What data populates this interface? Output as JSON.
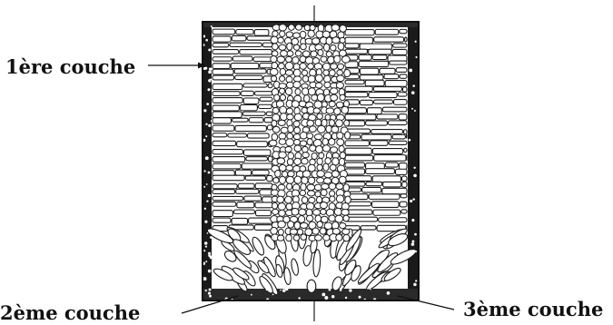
{
  "diagram": {
    "labels": {
      "first_layer": "1ère couche",
      "second_layer": "2ème couche",
      "third_layer": "3ème couche"
    },
    "colors": {
      "ink": "#111111",
      "background": "#ffffff"
    }
  }
}
